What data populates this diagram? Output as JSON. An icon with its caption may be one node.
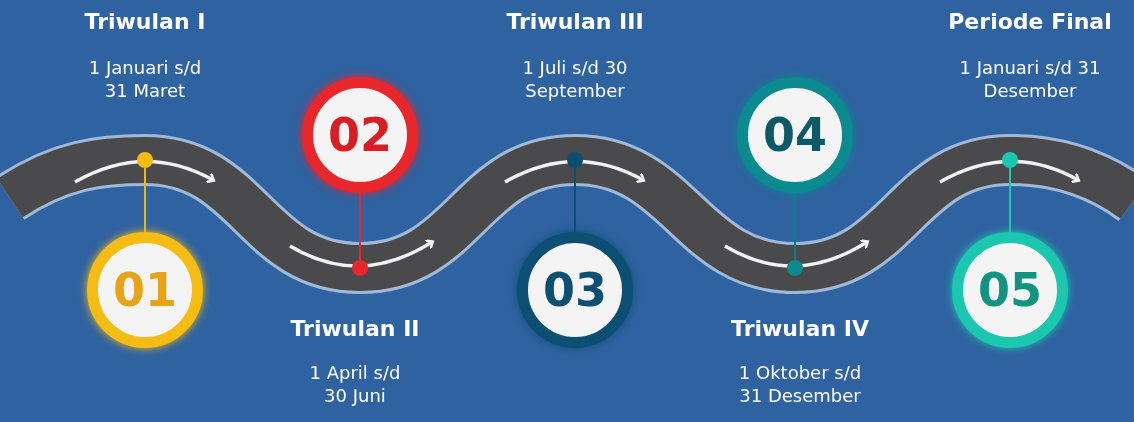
{
  "diagram": {
    "nodes": [
      {
        "text": [
          "01"
        ]
      },
      {
        "text": [],
        "shape": "circle"
      },
      {
        "text": [
          "02"
        ]
      },
      {
        "text": [],
        "shape": "circle"
      },
      {
        "text": [
          "03"
        ]
      },
      {
        "text": [],
        "shape": "circle"
      },
      {
        "text": [
          "04"
        ]
      },
      {
        "text": [],
        "shape": "circle"
      },
      {
        "text": [
          "05"
        ]
      },
      {
        "text": [],
        "shape": "circle"
      }
    ],
    "edges": [
      {
        "from": 0,
        "to": 1,
        "arrow": "none",
        "color": "#f2b705"
      },
      {
        "from": 2,
        "to": 3,
        "arrow": "none",
        "color": "#e8262b"
      },
      {
        "from": 4,
        "to": 5,
        "arrow": "none",
        "color": "#0d4f73"
      },
      {
        "from": 6,
        "to": 7,
        "arrow": "none",
        "color": "#0b7f86"
      },
      {
        "from": 8,
        "to": 9,
        "arrow": "none",
        "color": "#1cc7b0"
      }
    ],
    "labels": [
      "Triwulan I",
      "1 Januari s/d 31 Maret",
      "Triwulan III",
      "1 Juli s/d 30 September",
      "Periode Final",
      "1 Januari s/d 31 Desember",
      "Triwulan II",
      "1 April s/d 30 Juni",
      "Triwulan IV",
      "1 Oktober s/d 31 Desember"
    ]
  }
}
